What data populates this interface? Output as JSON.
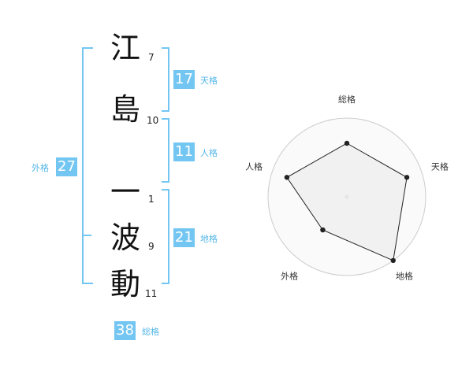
{
  "name": {
    "chars": [
      {
        "char": "江",
        "strokes": "7"
      },
      {
        "char": "島",
        "strokes": "10"
      },
      {
        "char": "一",
        "strokes": "1"
      },
      {
        "char": "波",
        "strokes": "9"
      },
      {
        "char": "動",
        "strokes": "11"
      }
    ]
  },
  "fortunes": {
    "tenkaku": {
      "value": "17",
      "label": "天格"
    },
    "jinkaku": {
      "value": "11",
      "label": "人格"
    },
    "chikaku": {
      "value": "21",
      "label": "地格"
    },
    "gaikaku": {
      "value": "27",
      "label": "外格"
    },
    "soukaku": {
      "value": "38",
      "label": "総格"
    }
  },
  "colors": {
    "accent": "#74c6f2",
    "label": "#55b7e8",
    "radar_fill": "#eeeeee",
    "radar_ring": "#cccccc",
    "radar_line": "#222222"
  },
  "chart_data": {
    "type": "radar",
    "axes": [
      "総格",
      "天格",
      "地格",
      "外格",
      "人格"
    ],
    "values": [
      3.4,
      4.0,
      5.0,
      2.6,
      4.0
    ],
    "range": [
      0,
      5
    ],
    "rings": 4
  }
}
